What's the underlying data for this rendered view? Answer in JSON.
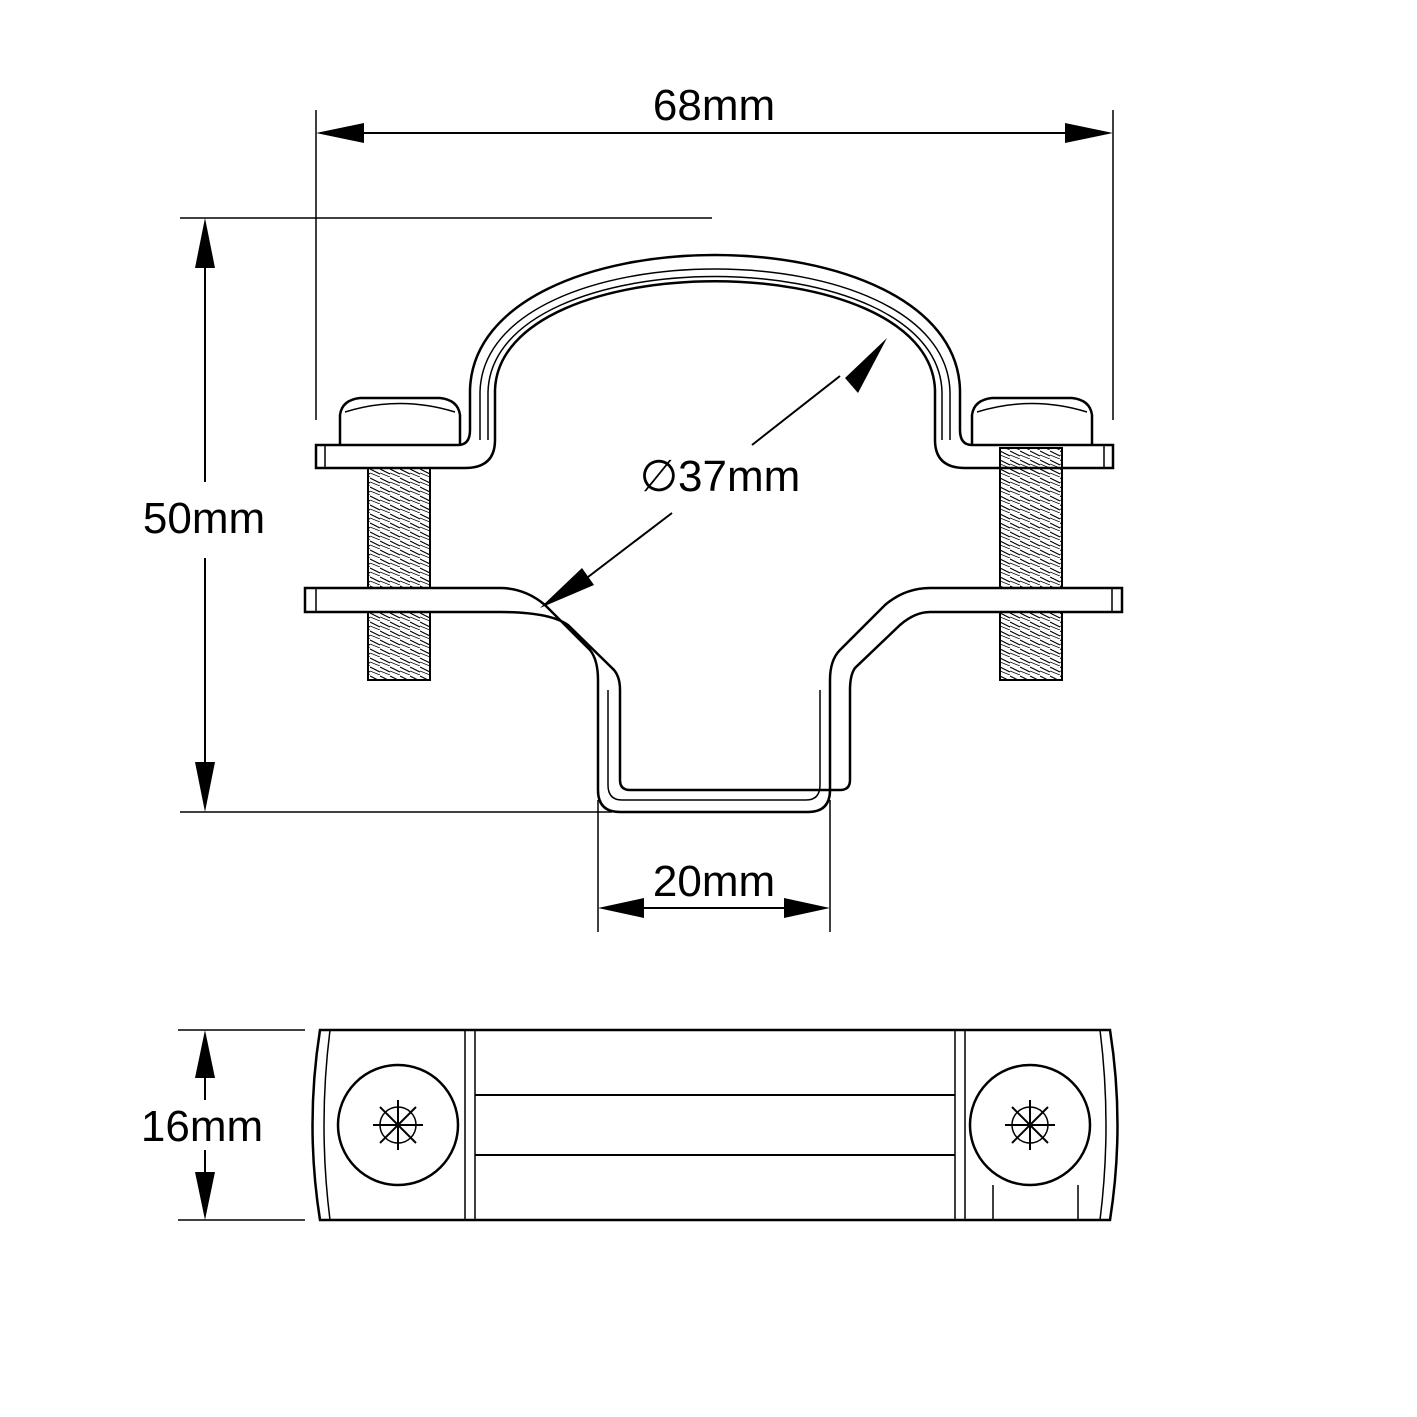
{
  "dimensions": {
    "width_top": "68mm",
    "height": "50mm",
    "diameter": "∅37mm",
    "base_width": "20mm",
    "depth": "16mm"
  }
}
